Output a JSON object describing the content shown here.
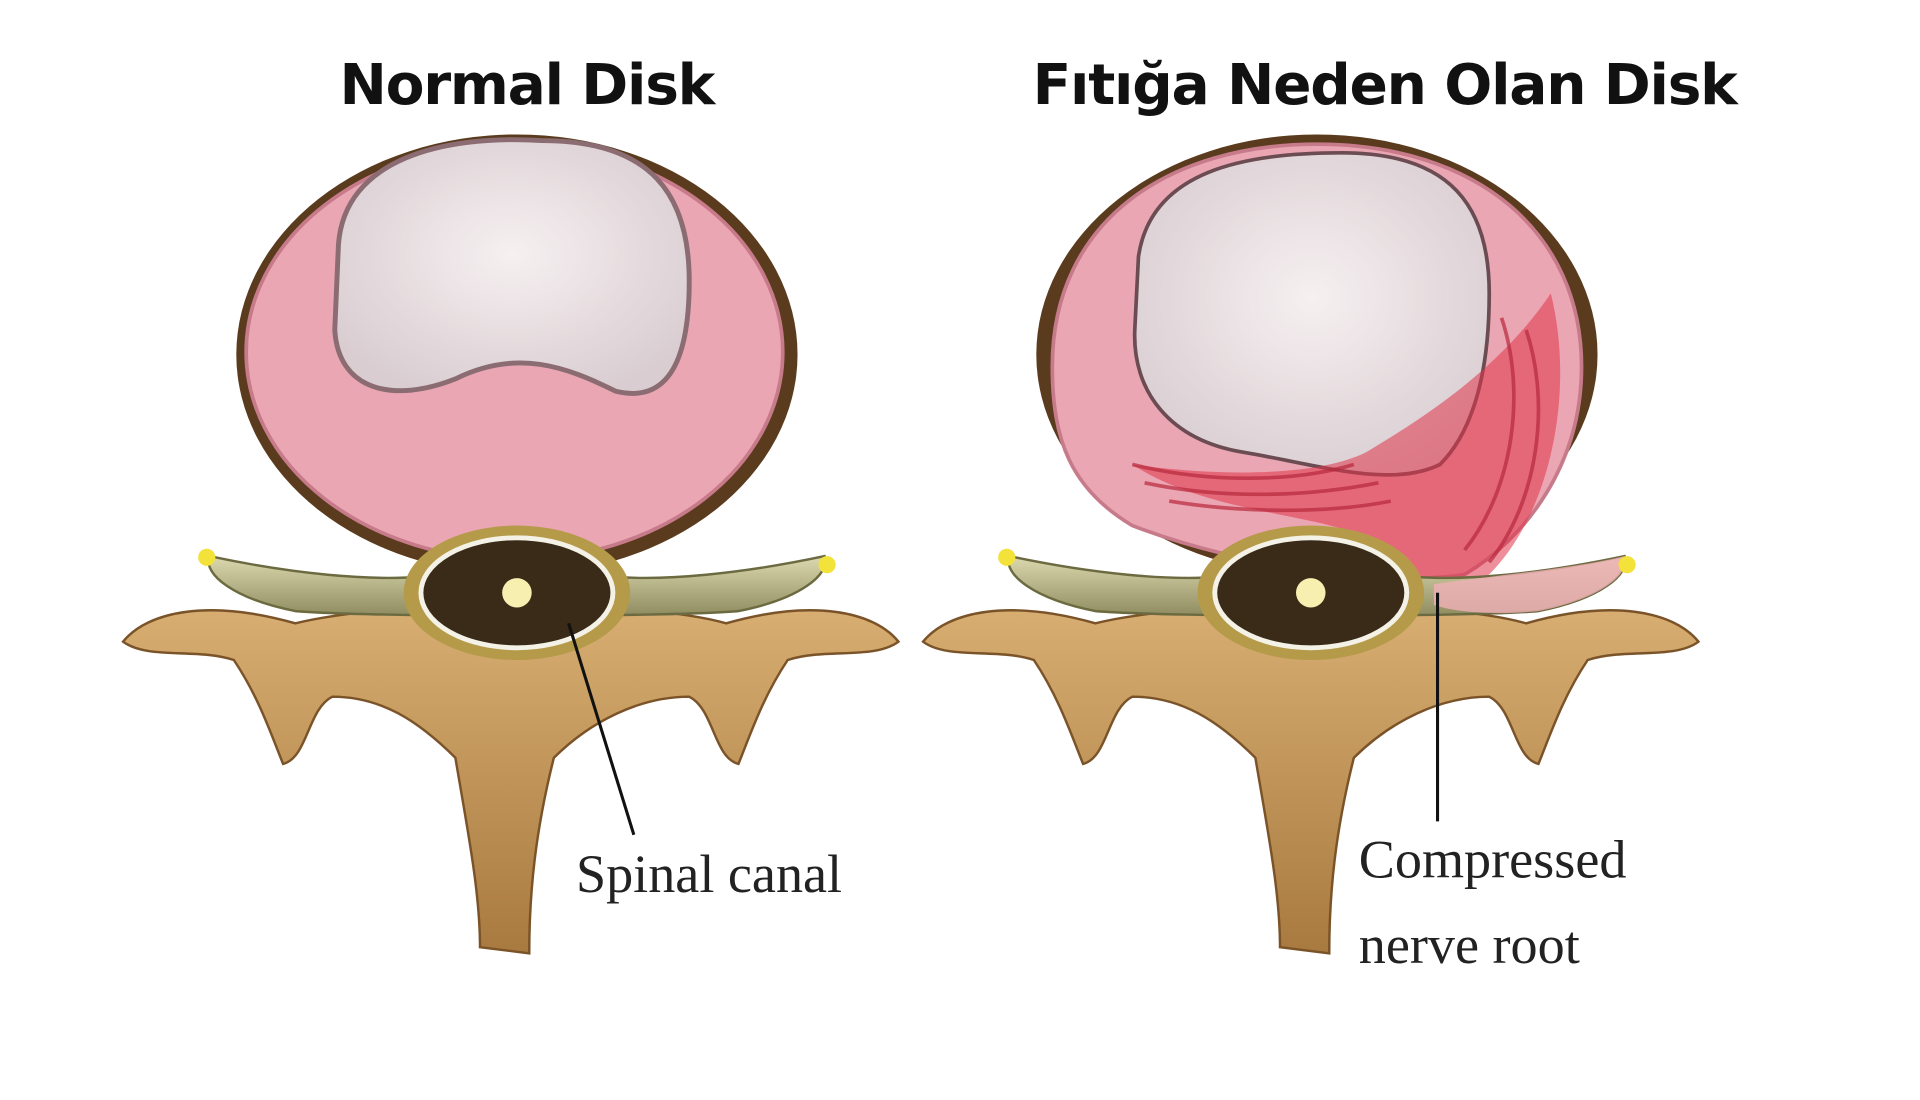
{
  "titles": {
    "normal": "Normal Disk",
    "herniated": "Fıtığa Neden Olan Disk"
  },
  "labels": {
    "spinal_canal": "Spinal canal",
    "compressed_line1": "Compressed",
    "compressed_line2": "nerve root"
  },
  "colors": {
    "annulus": "#eaa6b2",
    "nucleus": "#ece4e6",
    "bone": "#c79a5e",
    "nerve": "#b7b48a",
    "canal": "#3a2a18",
    "herniation": "#e0344a"
  }
}
